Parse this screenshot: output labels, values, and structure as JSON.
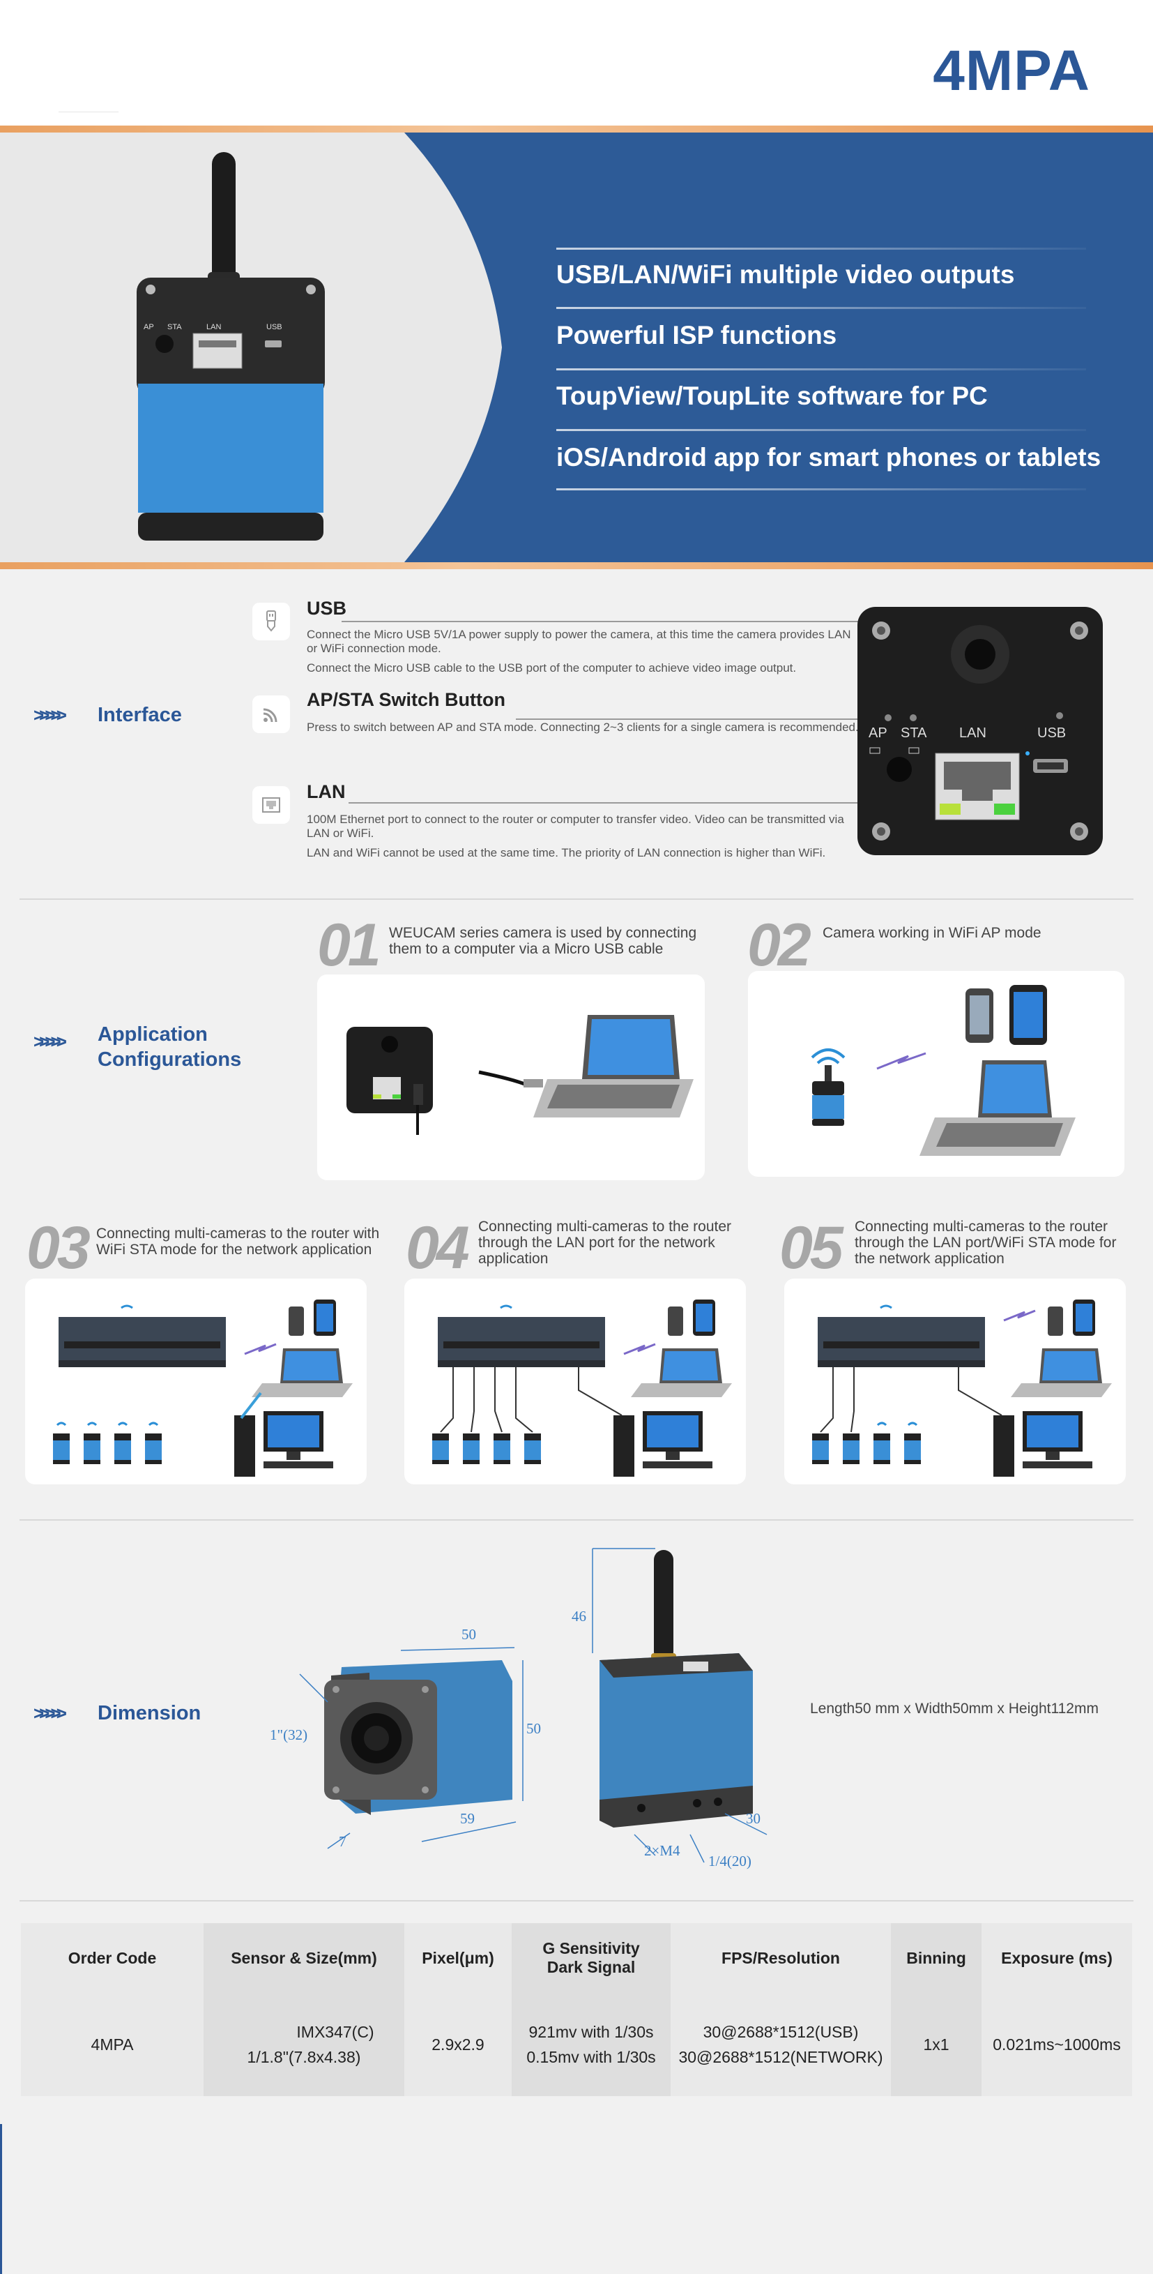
{
  "header": {
    "model": "4MPA"
  },
  "hero": {
    "features": [
      "USB/LAN/WiFi multiple video outputs",
      "Powerful ISP functions",
      "ToupView/ToupLite software for PC",
      "iOS/Android app for smart phones or tablets"
    ],
    "camera_labels": {
      "ap": "AP",
      "sta": "STA",
      "lan": "LAN",
      "usb": "USB"
    }
  },
  "interface": {
    "section_label": "Interface",
    "items": [
      {
        "title": "USB",
        "texts": [
          "Connect the Micro USB 5V/1A power supply to power the camera, at this time the camera provides LAN or WiFi connection mode.",
          "Connect the Micro USB cable to the USB port of the computer to achieve video image output."
        ]
      },
      {
        "title": "AP/STA Switch Button",
        "texts": [
          "Press to switch between AP and STA mode. Connecting 2~3 clients for a single camera is recommended."
        ]
      },
      {
        "title": "LAN",
        "texts": [
          "100M Ethernet port to connect to the router or computer to transfer video. Video can be transmitted via LAN or WiFi.",
          "LAN and WiFi cannot be used at the same time. The priority of LAN connection is higher than WiFi."
        ]
      }
    ],
    "panel_labels": {
      "ap": "AP",
      "sta": "STA",
      "lan": "LAN",
      "usb": "USB"
    }
  },
  "application": {
    "section_label": [
      "Application",
      "Configurations"
    ],
    "configs": [
      {
        "num": "01",
        "text": "WEUCAM series camera is used by connecting them to a computer via a Micro USB cable"
      },
      {
        "num": "02",
        "text": "Camera working in WiFi AP mode"
      },
      {
        "num": "03",
        "text": "Connecting multi-cameras to the router with WiFi STA mode for the network application"
      },
      {
        "num": "04",
        "text": "Connecting multi-cameras to the router through the LAN port for the network application"
      },
      {
        "num": "05",
        "text": "Connecting multi-cameras to the router through the LAN port/WiFi STA mode for the network application"
      }
    ]
  },
  "dimension": {
    "section_label": "Dimension",
    "text": "Length50 mm x Width50mm x Height112mm",
    "labels": {
      "top": "50",
      "side": "50",
      "bottom": "59",
      "lens": "1\"(32)",
      "left": "7",
      "height": "46",
      "depth": "30",
      "screw": "2×M4",
      "tripod": "1/4(20)"
    }
  },
  "spec_table": {
    "headers": [
      "Order Code",
      "Sensor & Size(mm)",
      "Pixel(μm)",
      "G Sensitivity",
      "Dark Signal",
      "FPS/Resolution",
      "Binning",
      "Exposure (ms)"
    ],
    "row": {
      "order_code": "4MPA",
      "sensor_1": "IMX347(C)",
      "sensor_2": "1/1.8\"(7.8x4.38)",
      "pixel": "2.9x2.9",
      "sens_1": "921mv with 1/30s",
      "sens_2": "0.15mv with 1/30s",
      "fps_1": "30@2688*1512(USB)",
      "fps_2": "30@2688*1512(NETWORK)",
      "binning": "1x1",
      "exposure": "0.021ms~1000ms"
    }
  },
  "colors": {
    "brand_blue": "#2b5797",
    "camera_blue": "#3a8fd6",
    "orange": "#e9a060"
  }
}
